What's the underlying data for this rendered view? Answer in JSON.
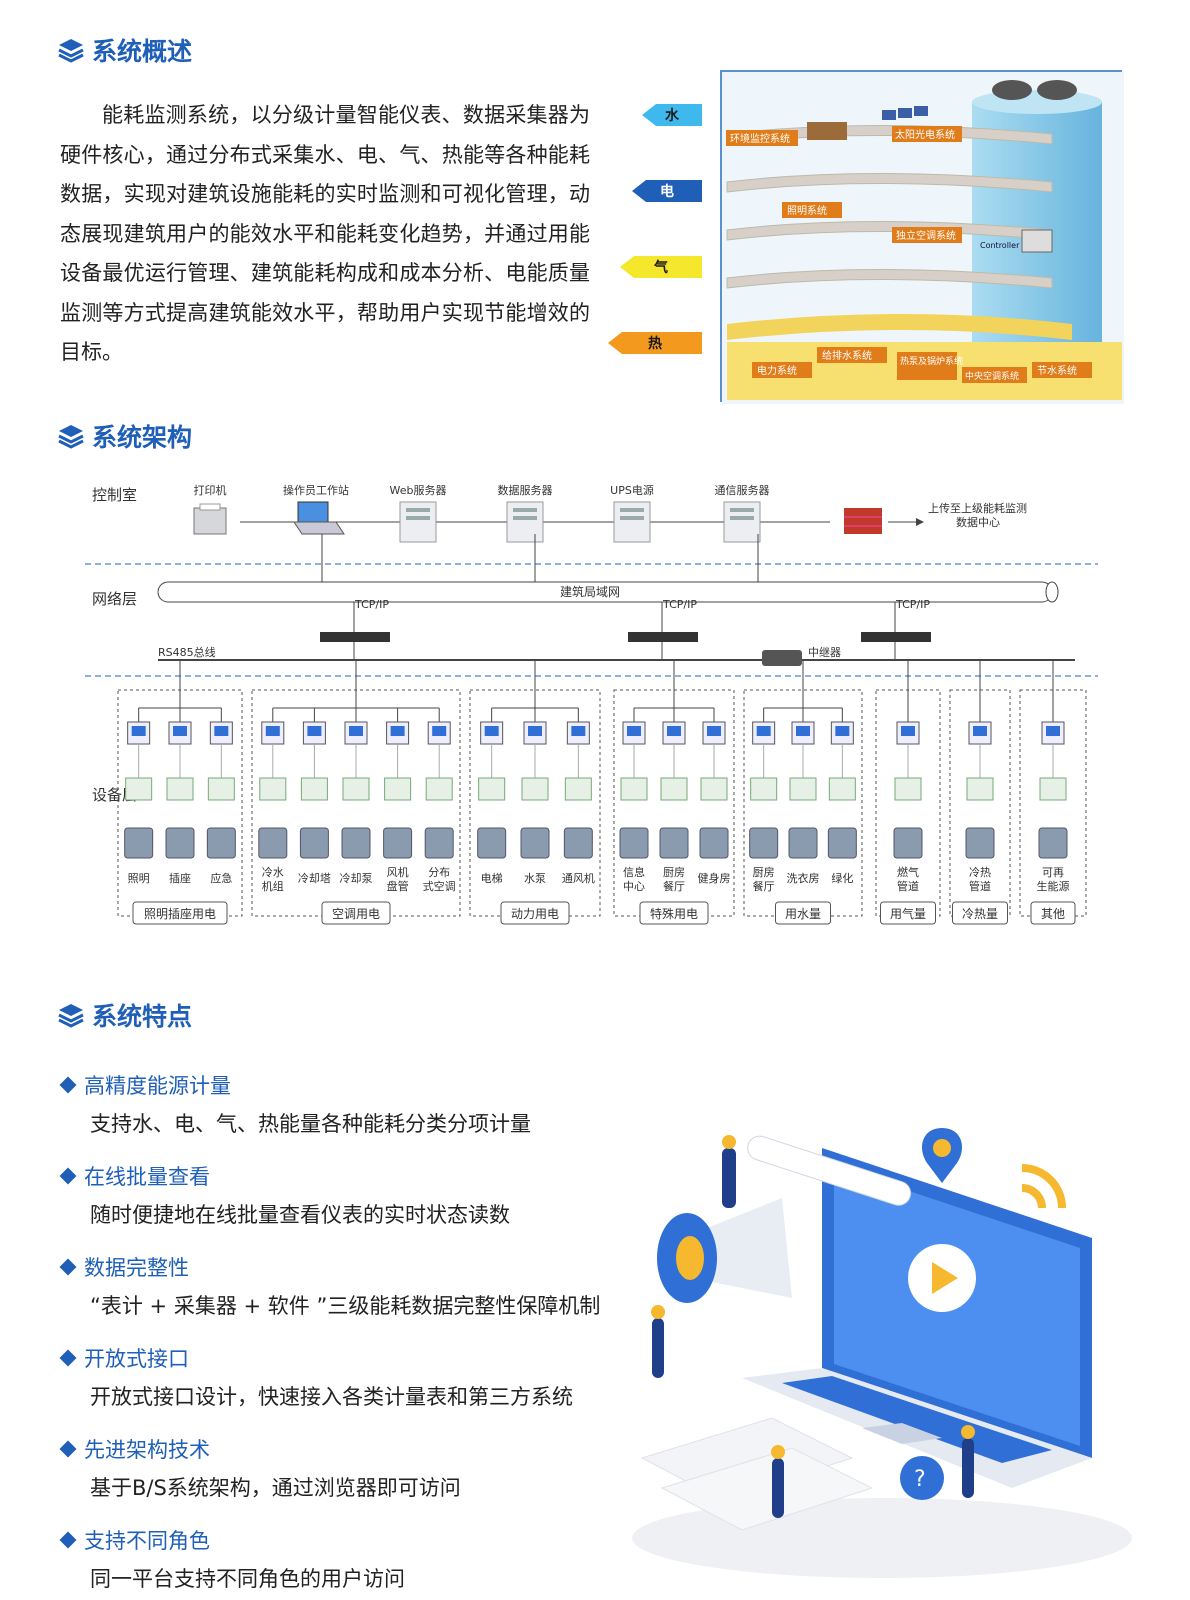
{
  "sections": {
    "overview": "系统概述",
    "architecture": "系统架构",
    "features": "系统特点"
  },
  "overview_text": "能耗监测系统，以分级计量智能仪表、数据采集器为硬件核心，通过分布式采集水、电、气、热能等各种能耗数据，实现对建筑设施能耗的实时监测和可视化管理，动态展现建筑用户的能效水平和能耗变化趋势，并通过用能设备最优运行管理、建筑能耗构成和成本分析、电能质量监测等方式提高建筑能效水平，帮助用户实现节能增效的目标。",
  "building": {
    "arrows": [
      "水",
      "电",
      "气",
      "热"
    ],
    "labels": [
      "环境监控系统",
      "太阳光电系统",
      "照明系统",
      "独立空调系统",
      "电力系统",
      "给排水系统",
      "热泵及锅炉系统",
      "中央空调系统",
      "节水系统"
    ],
    "controller": "Controller"
  },
  "arch": {
    "layers": [
      "控制室",
      "网络层",
      "设备层"
    ],
    "control_items": [
      "打印机",
      "操作员工作站",
      "Web服务器",
      "数据服务器",
      "UPS电源",
      "通信服务器"
    ],
    "upload": [
      "上传至上级能耗监测",
      "数据中心"
    ],
    "lan": "建筑局域网",
    "tcpip": "TCP/IP",
    "rs485": "RS485总线",
    "repeater": "中继器",
    "groups": [
      {
        "label": "照明插座用电",
        "items": [
          "照明",
          "插座",
          "应急"
        ]
      },
      {
        "label": "空调用电",
        "items": [
          "冷水机组",
          "冷却塔",
          "冷却泵",
          "风机盘管",
          "分布式空调"
        ]
      },
      {
        "label": "动力用电",
        "items": [
          "电梯",
          "水泵",
          "通风机"
        ]
      },
      {
        "label": "特殊用电",
        "items": [
          "信息中心",
          "厨房餐厅",
          "健身房"
        ]
      },
      {
        "label": "用水量",
        "items": [
          "厨房餐厅",
          "洗衣房",
          "绿化"
        ]
      },
      {
        "label": "用气量",
        "items": [
          "燃气管道"
        ]
      },
      {
        "label": "冷热量",
        "items": [
          "冷热管道"
        ]
      },
      {
        "label": "其他",
        "items": [
          "可再生能源"
        ]
      }
    ]
  },
  "features": [
    {
      "title": "高精度能源计量",
      "desc": "支持水、电、气、热能量各种能耗分类分项计量"
    },
    {
      "title": "在线批量查看",
      "desc": "随时便捷地在线批量查看仪表的实时状态读数"
    },
    {
      "title": "数据完整性",
      "desc": "“表计 + 采集器 + 软件 ”三级能耗数据完整性保障机制"
    },
    {
      "title": "开放式接口",
      "desc": "开放式接口设计，快速接入各类计量表和第三方系统"
    },
    {
      "title": "先进架构技术",
      "desc": "基于B/S系统架构，通过浏览器即可访问"
    },
    {
      "title": "支持不同角色",
      "desc": "同一平台支持不同角色的用户访问"
    }
  ],
  "colors": {
    "accent": "#1f5fb8",
    "water": "#3fb8ee",
    "elec": "#1f5fb8",
    "gas": "#f5e72b",
    "heat": "#f39a1e"
  }
}
